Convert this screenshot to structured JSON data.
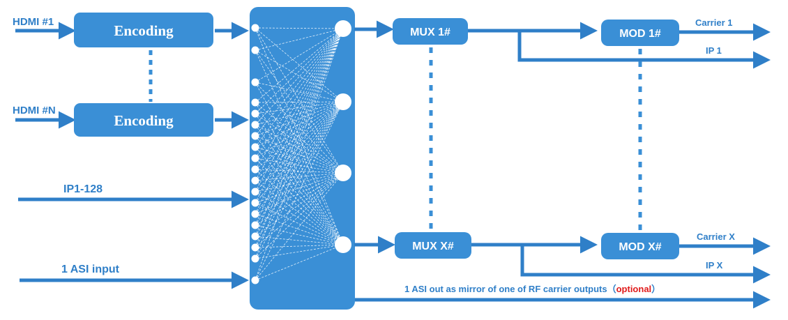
{
  "colors": {
    "primary": "#2f7fc8",
    "box": "#3a8fd6",
    "optional": "#e01a1a"
  },
  "inputs": {
    "hdmi_1": "HDMI #1",
    "hdmi_n": "HDMI #N",
    "ip": "IP1-128",
    "asi": "1 ASI input"
  },
  "encoders": {
    "encoder_1": "Encoding",
    "encoder_n": "Encoding"
  },
  "mux": {
    "mux_1": "MUX 1#",
    "mux_x": "MUX X#"
  },
  "mod": {
    "mod_1": "MOD 1#",
    "mod_x": "MOD X#"
  },
  "outputs": {
    "carrier_1": "Carrier 1",
    "ip_1": "IP 1",
    "carrier_x": "Carrier X",
    "ip_x": "IP X",
    "asi_out_prefix": "1 ASI out as mirror of one of RF carrier outputs（",
    "asi_out_optional": "optional",
    "asi_out_suffix": "）"
  }
}
